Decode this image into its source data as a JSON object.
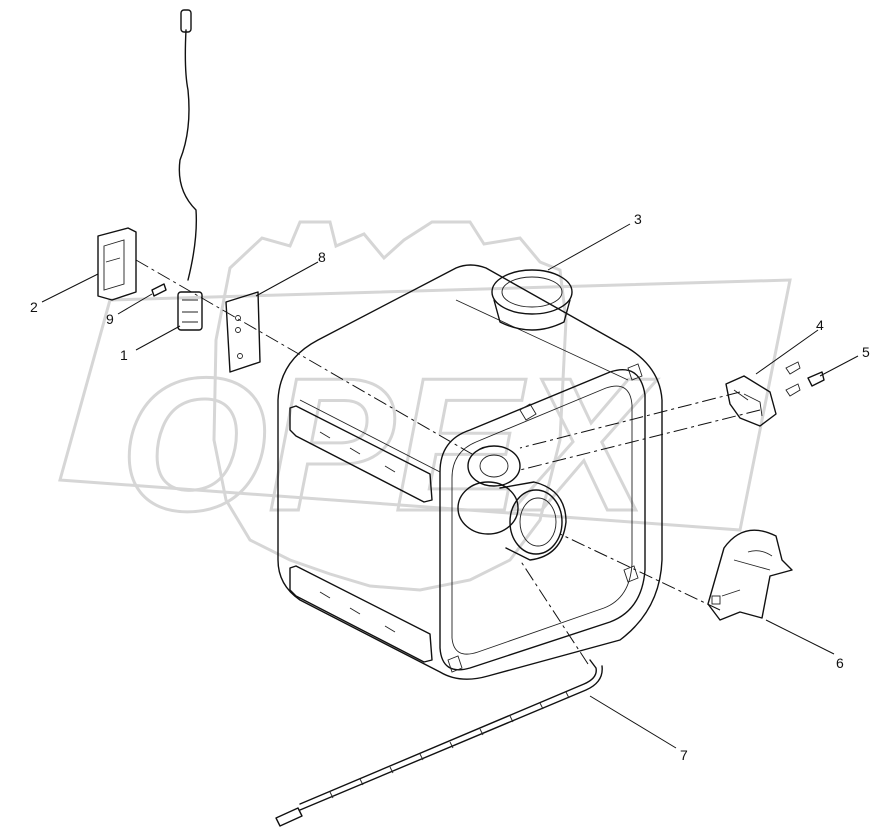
{
  "watermark": {
    "text": "OPEX"
  },
  "callouts": [
    {
      "id": "1",
      "label": "1"
    },
    {
      "id": "2",
      "label": "2"
    },
    {
      "id": "3",
      "label": "3"
    },
    {
      "id": "4",
      "label": "4"
    },
    {
      "id": "5",
      "label": "5"
    },
    {
      "id": "6",
      "label": "6"
    },
    {
      "id": "7",
      "label": "7"
    },
    {
      "id": "8",
      "label": "8"
    },
    {
      "id": "9",
      "label": "9"
    }
  ]
}
